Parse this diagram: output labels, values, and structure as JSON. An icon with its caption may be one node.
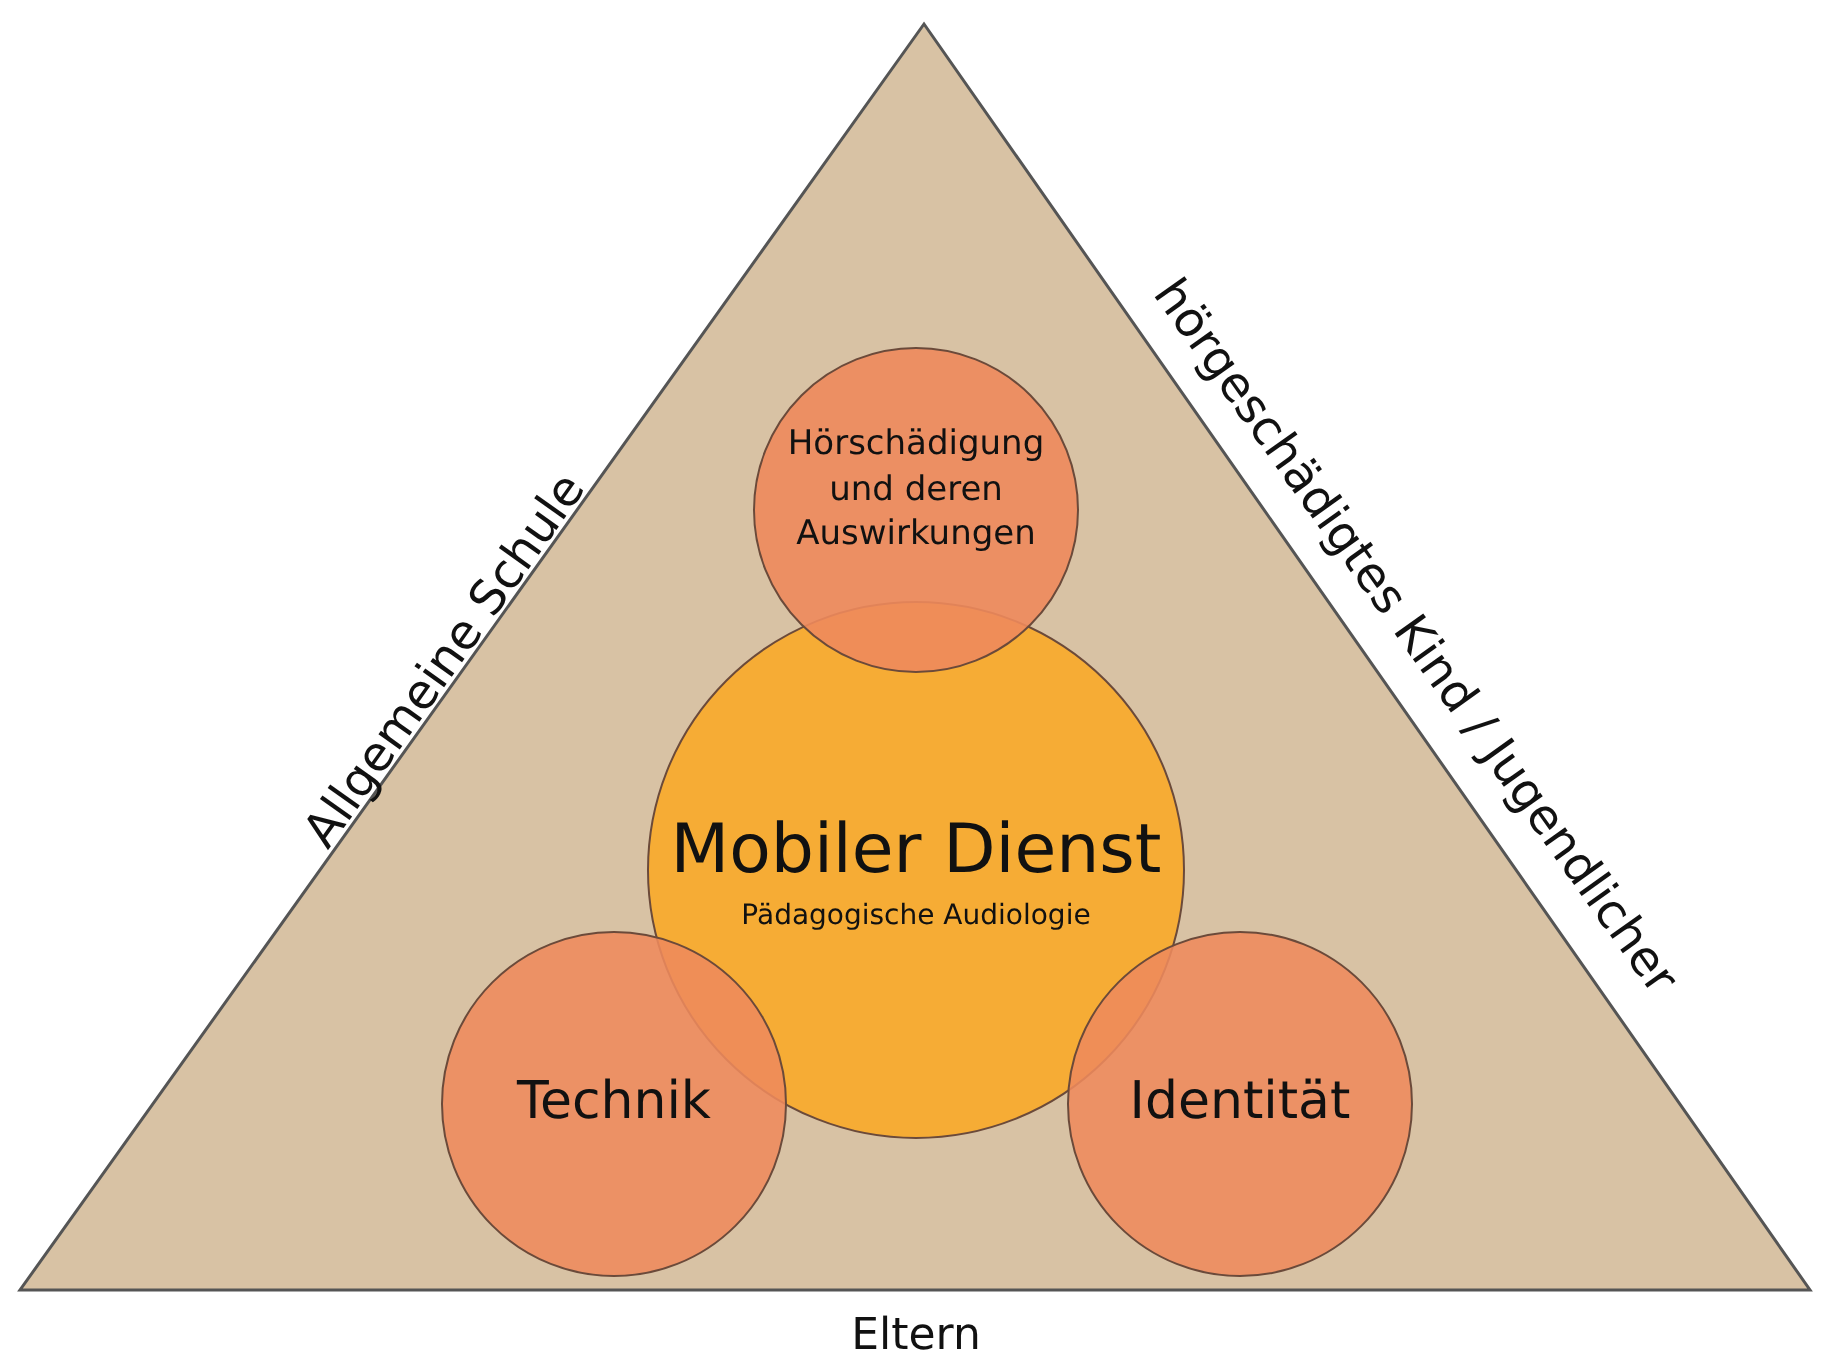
{
  "diagram": {
    "nodes": [
      {
        "text": [
          "Allgemeine Schule",
          "hörgeschädigtes Kind / Jugendlicher",
          "Eltern"
        ]
      },
      {
        "text": [
          "Hörschädigung und deren Auswirkungen"
        ],
        "in": 0
      },
      {
        "text": [
          "Mobiler Dienst",
          "Pädagogische Audiologie"
        ],
        "in": 0
      },
      {
        "text": [
          "Technik"
        ],
        "in": 0
      },
      {
        "text": [
          "Identität"
        ],
        "in": 0
      }
    ]
  }
}
